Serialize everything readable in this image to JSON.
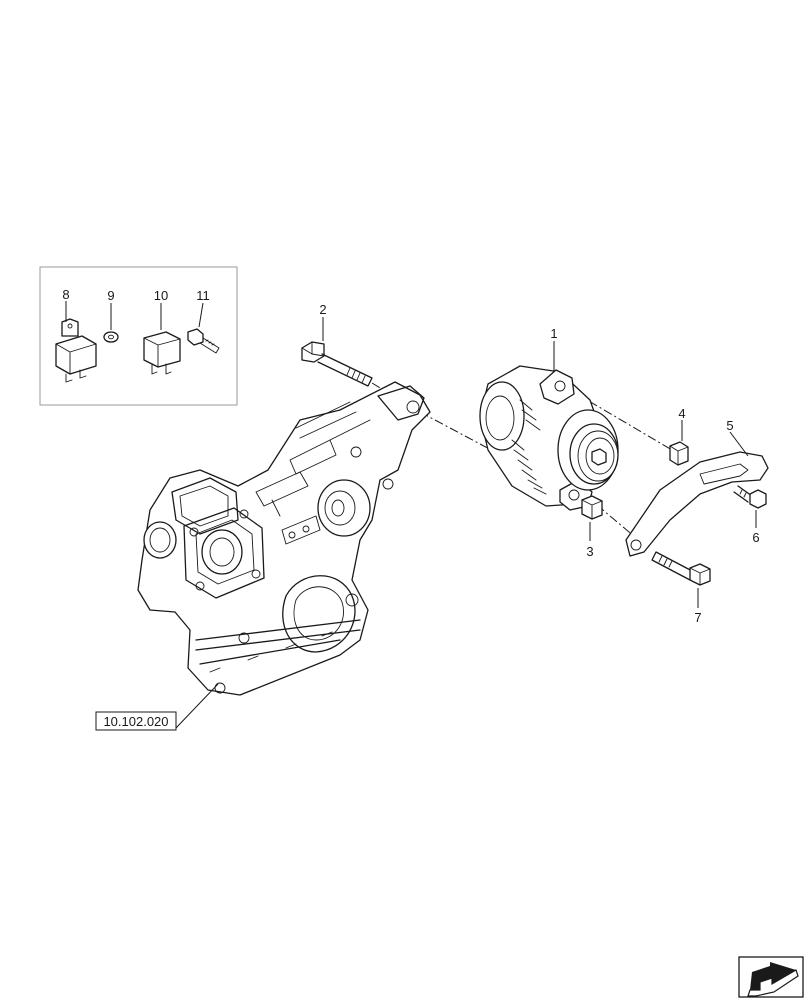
{
  "diagram": {
    "callouts": {
      "c1": "1",
      "c2": "2",
      "c3": "3",
      "c4": "4",
      "c5": "5",
      "c6": "6",
      "c7": "7",
      "c8": "8",
      "c9": "9",
      "c10": "10",
      "c11": "11"
    },
    "reference_label": "10.102.020",
    "nav_icon": "next-page-arrow-icon"
  }
}
